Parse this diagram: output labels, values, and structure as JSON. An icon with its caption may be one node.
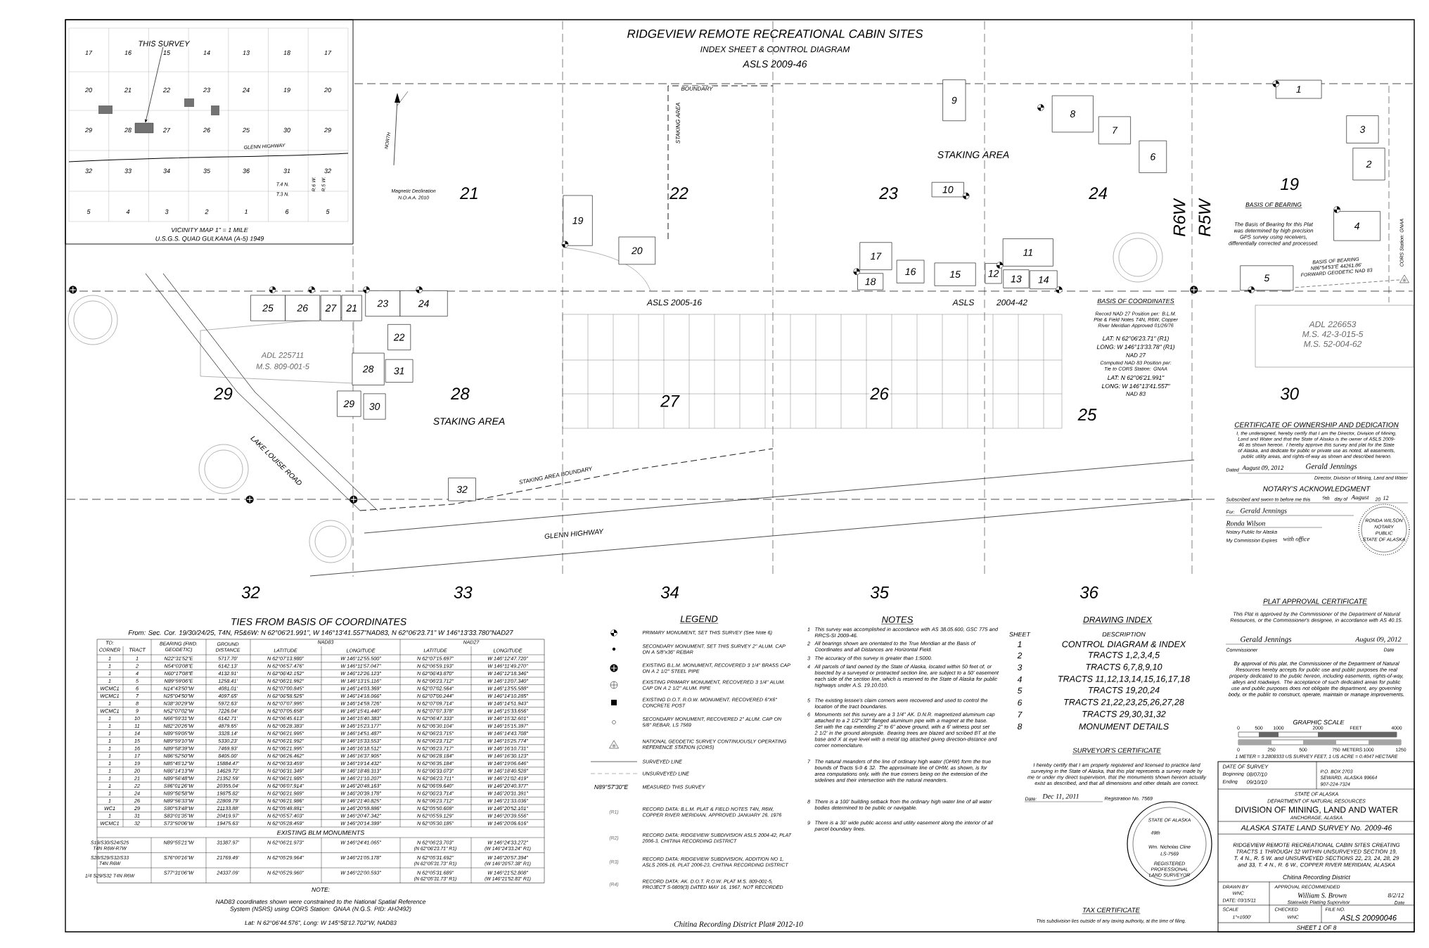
{
  "diagram": {
    "title": "RIDGEVIEW REMOTE RECREATIONAL CABIN SITES",
    "nodes": [
      {
        "text": [
          "THIS SURVEY"
        ]
      },
      {
        "text": [],
        "shape": "box"
      },
      {
        "text": [
          "1"
        ]
      },
      {
        "text": [
          "2"
        ]
      },
      {
        "text": [
          "3"
        ]
      },
      {
        "text": [
          "4"
        ]
      },
      {
        "text": [
          "5"
        ]
      },
      {
        "text": [
          "6"
        ]
      },
      {
        "text": [
          "7"
        ]
      },
      {
        "text": [
          "8"
        ]
      },
      {
        "text": [
          "9"
        ]
      },
      {
        "text": [
          "10"
        ]
      },
      {
        "text": [
          "11"
        ]
      },
      {
        "text": [
          "12"
        ]
      },
      {
        "text": [
          "13"
        ]
      },
      {
        "text": [
          "14"
        ]
      },
      {
        "text": [
          "15"
        ]
      },
      {
        "text": [
          "16"
        ]
      },
      {
        "text": [
          "17"
        ]
      },
      {
        "text": [
          "18"
        ]
      },
      {
        "text": [
          "19"
        ]
      },
      {
        "text": [
          "20"
        ]
      },
      {
        "text": [
          "21"
        ]
      },
      {
        "text": [
          "22"
        ]
      },
      {
        "text": [
          "23"
        ]
      },
      {
        "text": [
          "24"
        ]
      },
      {
        "text": [
          "25"
        ]
      },
      {
        "text": [
          "26"
        ]
      },
      {
        "text": [
          "27"
        ]
      },
      {
        "text": [
          "28"
        ]
      },
      {
        "text": [
          "29"
        ]
      },
      {
        "text": [
          "30"
        ]
      },
      {
        "text": [
          "31"
        ]
      },
      {
        "text": [
          "32"
        ]
      }
    ],
    "edges": [
      {
        "from": 0,
        "to": 1,
        "arrow": "to"
      }
    ],
    "labels": [
      "INDEX SHEET & CONTROL DIAGRAM",
      "ASLS 2009-46",
      "17",
      "16",
      "15",
      "14",
      "13",
      "18",
      "17",
      "20",
      "21",
      "22",
      "23",
      "24",
      "19",
      "20",
      "29",
      "28",
      "27",
      "26",
      "25",
      "30",
      "29",
      "32",
      "33",
      "34",
      "35",
      "36",
      "31",
      "32",
      "5",
      "4",
      "3",
      "2",
      "1",
      "6",
      "5",
      "GLENN HIGHWAY",
      "T.4 N.",
      "T.3 N.",
      "R.6 W.",
      "R.5 W.",
      "VICINITY MAP 1\" = 1 MILE",
      "U.S.G.S. QUAD GULKANA (A-5) 1949",
      "NORTH",
      "Magnetic Declination",
      "N.O.A.A. 2010",
      "21",
      "22",
      "23",
      "24",
      "19",
      "29",
      "28",
      "27",
      "26",
      "25",
      "30",
      "32",
      "33",
      "34",
      "35",
      "36",
      "R6W",
      "R5W",
      "BOUNDARY",
      "STAKING AREA",
      "STAKING AREA",
      "STAKING AREA",
      "STAKING AREA BOUNDARY",
      "GLENN HIGHWAY",
      "LAKE LOUISE ROAD",
      "ASLS 2005-16",
      "ASLS",
      "2004-42",
      "ADL 225711",
      "M.S. 809-001-5",
      "ADL 226653",
      "M.S. 42-3-015-5",
      "M.S. 52-004-62",
      "CORS Station: GNAA",
      "BASIS OF BEARING",
      "The Basis of Bearing for this Plat was determined by high precision GPS survey using receivers, differentially corrected and processed.",
      "BASIS OF BEARING N86°54'53\"E 44261.86' FORWARD GEODETIC NAD 83",
      "BASIS OF COORDINATES",
      "Record NAD 27 Position per: B.L.M. Plat & Field Notes T4N, R6W, Copper River Meridian Approved 01/26/76",
      "LAT: N 62°06'23.71\" (R1)",
      "LONG: W 146°13'33.78\" (R1)",
      "NAD 27",
      "Computed NAD 83 Position per: Tie to CORS Station: GNAA",
      "LAT: N 62°06'21.991\"",
      "LONG: W 146°13'41.557\"",
      "NAD 83",
      "TIES FROM BASIS OF COORDINATES",
      "From: Sec. Cor. 19/30/24/25, T4N, R5&6W: N 62°06'21.991\", W 146°13'41.557\"NAD83, N 62°06'23.71\" W 146°13'33.780\"NAD27",
      "TO:",
      "CORNER",
      "TRACT",
      "BEARING (FWD. GEODETIC)",
      "GROUND DISTANCE",
      "NAD83",
      "LATITUDE",
      "LONGITUDE",
      "NAD27",
      "LATITUDE",
      "LONGITUDE",
      "1",
      "1",
      "N22°31'52\"E",
      "5717.70'",
      "N 62°07'13.980\"",
      "W 146°12'55.500\"",
      "N 62°07'15.697\"",
      "W 146°12'47.720\"",
      "1",
      "2",
      "N54°03'08\"E",
      "6142.13'",
      "N 62°06'57.476\"",
      "W 146°11'57.047\"",
      "N 62°06'59.193\"",
      "W 146°11'49.270\"",
      "1",
      "4",
      "N60°17'08\"E",
      "4132.91'",
      "N 62°06'42.152\"",
      "W 146°12'26.123\"",
      "N 62°06'43.870\"",
      "W 146°12'18.346\"",
      "1",
      "5",
      "N89°59'06\"E",
      "1258.41'",
      "N 62°06'21.992\"",
      "W 146°13'15.116\"",
      "N 62°06'23.712\"",
      "W 146°13'07.340\"",
      "WCMC1",
      "6",
      "N14°43'50\"W",
      "4081.01'",
      "N 62°07'00.845\"",
      "W 146°14'03.369\"",
      "N 62°07'02.564\"",
      "W 146°13'55.588\"",
      "WCMC1",
      "7",
      "N25°04'50\"W",
      "4097.65'",
      "N 62°06'58.525\"",
      "W 146°14'18.066\"",
      "N 62°07'00.244\"",
      "W 146°14'10.285\"",
      "1",
      "8",
      "N38°30'29\"W",
      "5972.63'",
      "N 62°07'07.995\"",
      "W 146°14'59.726\"",
      "N 62°07'09.714\"",
      "W 146°14'51.943\"",
      "WCMC1",
      "9",
      "N52°07'02\"W",
      "7226.04'",
      "N 62°07'05.658\"",
      "W 146°15'41.440\"",
      "N 62°07'07.378\"",
      "W 146°15'33.656\"",
      "1",
      "10",
      "N66°59'31\"W",
      "6142.71'",
      "N 62°06'45.613\"",
      "W 146°15'40.383\"",
      "N 62°06'47.333\"",
      "W 146°15'32.601\"",
      "1",
      "11",
      "N82°20'26\"W",
      "4879.65'",
      "N 62°06'28.383\"",
      "W 146°15'23.177\"",
      "N 62°06'30.104\"",
      "W 146°15'15.397\"",
      "1",
      "14",
      "N89°59'05\"W",
      "3328.14'",
      "N 62°06'21.995\"",
      "W 146°14'51.487\"",
      "N 62°06'23.715\"",
      "W 146°14'43.708\"",
      "1",
      "15",
      "N89°59'10\"W",
      "5330.23'",
      "N 62°06'21.992\"",
      "W 146°15'33.553\"",
      "N 62°06'23.712\"",
      "W 146°15'25.774\"",
      "1",
      "16",
      "N89°58'39\"W",
      "7469.93'",
      "N 62°06'21.995\"",
      "W 146°16'18.512\"",
      "N 62°06'23.717\"",
      "W 146°16'10.731\"",
      "1",
      "17",
      "N86°52'50\"W",
      "8405.00'",
      "N 62°06'26.462\"",
      "W 146°16'37.905\"",
      "N 62°06'28.184\"",
      "W 146°16'30.123\"",
      "1",
      "19",
      "N85°45'12\"W",
      "15884.47'",
      "N 62°06'33.459\"",
      "W 146°19'14.432\"",
      "N 62°06'35.184\"",
      "W 146°19'06.646\"",
      "1",
      "20",
      "N86°14'13\"W",
      "14629.72'",
      "N 62°06'31.349\"",
      "W 146°18'48.313\"",
      "N 62°06'33.073\"",
      "W 146°18'40.528\"",
      "1",
      "21",
      "N89°56'48\"W",
      "21352.59'",
      "N 62°06'21.985\"",
      "W 146°21'10.207\"",
      "N 62°06'23.711\"",
      "W 146°21'02.419\"",
      "1",
      "22",
      "S86°01'26\"W",
      "20355.04'",
      "N 62°06'07.914\"",
      "W 146°20'48.163\"",
      "N 62°06'09.640\"",
      "W 146°20'40.377\"",
      "1",
      "24",
      "N89°56'58\"W",
      "19875.82'",
      "N 62°06'21.989\"",
      "W 146°20'39.178\"",
      "N 62°06'23.714\"",
      "W 146°20'31.391\"",
      "1",
      "26",
      "N89°56'33\"W",
      "22809.79'",
      "N 62°06'21.986\"",
      "W 146°21'40.825\"",
      "N 62°06'23.712\"",
      "W 146°21'33.036\"",
      "WC1",
      "29",
      "S80°53'48\"W",
      "21133.88'",
      "N 62°05'48.881\"",
      "W 146°20'59.886\"",
      "N 62°05'50.608\"",
      "W 146°20'52.101\"",
      "1",
      "31",
      "S83°01'35\"W",
      "20419.97'",
      "N 62°05'57.403\"",
      "W 146°20'47.342\"",
      "N 62°05'59.129\"",
      "W 146°20'39.556\"",
      "WCMC1",
      "32",
      "S73°50'06\"W",
      "19475.63'",
      "N 62°05'28.459\"",
      "W 146°20'14.399\"",
      "N 62°05'30.185\"",
      "W 146°20'06.616\"",
      "EXISTING BLM MONUMENTS",
      "S19/S30/S24/S25 T4N R6W-R7W",
      "N89°55'21\"W",
      "31387.97'",
      "N 62°06'21.973\"",
      "W 146°24'41.065\"",
      "N 62°06'23.703\"",
      "(N 62°06'23.71\" R1)",
      "W 146°24'33.272\"",
      "(W 146°24'33.24\" R1)",
      "S28/S29/S32/S33 T4N R6W",
      "S76°00'16\"W",
      "21769.49'",
      "N 62°05'29.964\"",
      "W 146°21'05.178\"",
      "N 62°05'31.692\"",
      "(N 62°05'31.73\" R1)",
      "W 146°20'57.394\"",
      "(W 146°20'57.38\" R1)",
      "1/4 S29/S32 T4N R6W",
      "S77°31'06\"W",
      "24337.09'",
      "N 62°05'29.960\"",
      "W 146°22'00.593\"",
      "N 62°05'31.689\"",
      "(N 62°05'31.73\" R1)",
      "W 146°21'52.808\"",
      "(W 146°21'52.83\" R1)",
      "NOTE:",
      "NAD83 coordinates shown were constrained to the National Spatial Reference System (NSRS) using CORS Station: GNAA (N.G.S. PID: AH2492)",
      "Lat: N 62°06'44.576\", Long: W 145°58'12.702\"W, NAD83",
      "LEGEND",
      "N89°57'30\"E",
      "(R1)",
      "(R2)",
      "(R3)",
      "(R4)",
      "NOTES",
      "1",
      "This survey was accomplished in accordance with AS 38.05.600, GSC 775 and RRCS-SI 2009-46.",
      "2",
      "All bearings shown are orientated to the True Meridian at the Basis of Coordinates and all Distances are Horizontal Field.",
      "3",
      "The accuracy of this survey is greater than 1:5000.",
      "4",
      "All parcels of land owned by the State of Alaska, located within 50 feet of, or bisected by a surveyed or protracted section line, are subject to a 50' easement each side of the section line, which is reserved to the State of Alaska for public highways under A.S. 19.10.010.",
      "5",
      "The existing lessee's claim corners were recovered and used to control the location of the tract boundaries.",
      "6",
      "Monuments set this survey are a 3 1/4\" AK. D.N.R. magnetized aluminum cap attached to a 2 1/2\"x30\" flanged aluminum pipe with a magnet at the base. Set with the cap extending 2\" to 6\" above ground, with a 6' witness post set 2 1/2' in the ground alongside. Bearing trees are blazed and scribed BT at the base and X at eye level with a metal tag attached giving direction-distance and corner nomenclature.",
      "7",
      "The natural meanders of the line of ordinary high water (OHW) form the true bounds of Tracts 5-9 & 32. The approximate line of OHW, as shown, is for area computations only, with the true corners being on the extension of the sidelines and their intersection with the natural meanders.",
      "8",
      "There is a 100' building setback from the ordinary high water line of all water bodies determined to be public or navigable.",
      "9",
      "There is a 30' wide public access and utility easement along the interior of all parcel boundary lines.",
      "DRAWING INDEX",
      "SHEET",
      "DESCRIPTION",
      "1",
      "CONTROL DIAGRAM & INDEX",
      "2",
      "TRACTS 1,2,3,4,5",
      "3",
      "TRACTS 6,7,8,9,10",
      "4",
      "TRACTS 11,12,13,14,15,16,17,18",
      "5",
      "TRACTS 19,20,24",
      "6",
      "TRACTS 21,22,23,25,26,27,28",
      "7",
      "TRACTS 29,30,31,32",
      "8",
      "MONUMENT DETAILS",
      "SURVEYOR'S CERTIFICATE",
      "I hereby certify that I am properly registered and licensed to practice land surveying in the State of Alaska, that this plat represents a survey made by me or under my direct supervision, that the monuments shown hereon actually exist as described, and that all dimensions and other details are correct.",
      "Date:",
      "Dec 11, 2011",
      "Registration No. 7569",
      "STATE OF ALASKA",
      "49th",
      "Wm. Nicholas Cline",
      "LS-7569",
      "REGISTERED PROFESSIONAL LAND SURVEYOR",
      "TAX CERTIFICATE",
      "This subdivision lies outside of any taxing authority, at the time of filing.",
      "CERTIFICATE OF OWNERSHIP AND DEDICATION",
      "I, the undersigned, hereby certify that I am the Director, Division of Mining, Land and Water and that the State of Alaska is the owner of ASLS 2009-46 as shown hereon. I hereby approve this survey and plat for the State of Alaska, and dedicate for public or private use as noted, all easements, public utility areas, and rights-of-way as shown and described hereon.",
      "Dated",
      "August 09, 2012",
      "Gerald Jennings",
      "Director, Division of Mining, Land and Water",
      "NOTARY'S ACKNOWLEDGMENT",
      "Subscribed and sworn to before me this",
      "9th",
      "day of",
      "August",
      "20",
      "12",
      "For:",
      "Gerald Jennings",
      "Ronda Wilson",
      "Notary Public for Alaska",
      "My Commission Expires",
      "with office",
      "RONDA WILSON",
      "NOTARY",
      "PUBLIC",
      "STATE OF ALASKA",
      "PLAT APPROVAL CERTIFICATE",
      "This Plat is approved by the Commissioner of the Department of Natural Resources, or the Commissioner's designee, in accordance with AS 40.15.",
      "Gerald Jennings",
      "August 09, 2012",
      "Commissioner",
      "Date",
      "By approval of this plat, the Commissioner of the Department of Natural Resources hereby accepts for public use and public purposes the real property dedicated to the public hereon, including easements, rights-of-way, alleys and roadways. The acceptance of such dedicated areas for public use and public purposes does not obligate the department, any governing body, or the public to construct, operate, maintain or manage improvements.",
      "GRAPHIC SCALE",
      "0",
      "500",
      "1000",
      "2000",
      "FEET",
      "4000",
      "0",
      "250",
      "500",
      "750",
      "METERS",
      "1000",
      "1250",
      "1 METER = 3.2808333 US SURVEY FEET, 1 US ACRE = 0.4047 HECTARE",
      "DATE OF SURVEY",
      "Beginning",
      "08/07/10",
      "Ending",
      "09/10/10",
      "P.O. BOX 2703",
      "SEWARD, ALASKA 99664",
      "907-224-7324",
      "STATE OF ALASKA",
      "DEPARTMENT OF NATURAL RESOURCES",
      "DIVISION OF MINING, LAND AND WATER",
      "ANCHORAGE, ALASKA",
      "ALASKA STATE LAND SURVEY No. 2009-46",
      "RIDGEVIEW REMOTE RECREATIONAL CABIN SITES CREATING TRACTS 1 THROUGH 32 WITHIN UNSURVEYED SECTION 19, T. 4 N., R. 5 W. and UNSURVEYED SECTIONS 22, 23, 24, 28, 29 and 33, T. 4 N., R. 6 W., COPPER RIVER MERIDIAN, ALASKA",
      "Chitina Recording District",
      "DRAWN BY",
      "WNC",
      "DATE: 03/15/11",
      "APPROVAL RECOMMENDED",
      "William S. Brown",
      "8/2/12",
      "Statewide Platting Supervisor",
      "Date",
      "SCALE",
      "1\"=1000'",
      "CHECKED",
      "WNC",
      "FILE NO.",
      "ASLS 20090046",
      "SHEET 1 OF 8",
      "Chitina Recording District Plat# 2012-10"
    ],
    "legend": [
      {
        "text": "PRIMARY MONUMENT, SET THIS SURVEY (See Note 6)"
      },
      {
        "text": "SECONDARY MONUMENT, SET THIS SURVEY 2\" ALUM. CAP ON A 5/8\"x36\" REBAR"
      },
      {
        "text": "EXISTING B.L.M. MONUMENT, RECOVERED 3 1/4\" BRASS CAP ON A 2 1/2\" STEEL PIPE"
      },
      {
        "text": "EXISTING PRIMARY MONUMENT, RECOVERED 3 1/4\" ALUM. CAP ON A 2 1/2\" ALUM. PIPE"
      },
      {
        "text": "EXISTING D.O.T. R.O.W. MONUMENT, RECOVERED 6\"X6\" CONCRETE POST"
      },
      {
        "text": "SECONDARY MONUMENT, RECOVERED 2\" ALUM. CAP ON 5/8\" REBAR, LS 7569"
      },
      {
        "text": "NATIONAL GEODETIC SURVEY CONTINUOUSLY OPERATING REFERENCE STATION (CORS)"
      },
      {
        "text": "SURVEYED LINE"
      },
      {
        "text": "UNSURVEYED LINE"
      },
      {
        "text": "MEASURED THIS SURVEY"
      },
      {
        "text": "RECORD DATA: B.L.M. PLAT & FIELD NOTES T4N, R6W, COPPER RIVER MERIDIAN, APPROVED JANUARY 26, 1976"
      },
      {
        "text": "RECORD DATA: RIDGEVIEW SUBDIVISION ASLS 2004-42, PLAT 2006-3, CHITINA RECORDING DISTRICT"
      },
      {
        "text": "RECORD DATA: RIDGEVIEW SUBDIVISION, ADDITION NO 1, ASLS 2005-16, PLAT 2006-23, CHITINA RECORDING DISTRICT"
      },
      {
        "text": "RECORD DATA: AK. D.O.T. R.O.W. PLAT M.S. 809-001-5, PROJECT S-0809(3) DATED MAY 16, 1967, NOT RECORDED"
      }
    ]
  }
}
